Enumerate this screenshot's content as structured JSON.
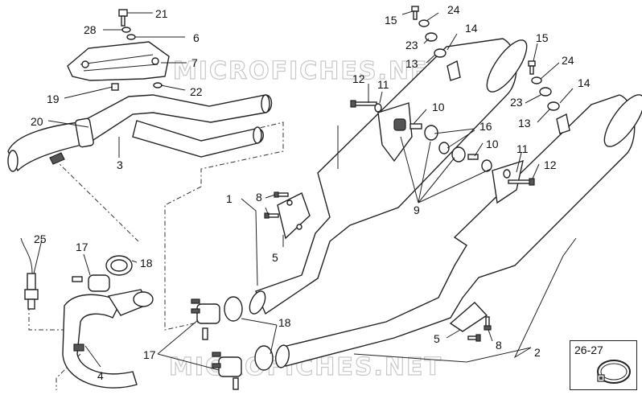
{
  "watermark": "MICROFICHES.NET",
  "callouts": {
    "c1": "1",
    "c2": "2",
    "c3": "3",
    "c4": "4",
    "c5a": "5",
    "c5b": "5",
    "c6": "6",
    "c7": "7",
    "c8a": "8",
    "c8b": "8",
    "c9": "9",
    "c10a": "10",
    "c10b": "10",
    "c11a": "11",
    "c11b": "11",
    "c12a": "12",
    "c12b": "12",
    "c13a": "13",
    "c13b": "13",
    "c14a": "14",
    "c14b": "14",
    "c15a": "15",
    "c15b": "15",
    "c16": "16",
    "c17a": "17",
    "c17b": "17",
    "c18a": "18",
    "c18b": "18",
    "c19": "19",
    "c20": "20",
    "c21": "21",
    "c22": "22",
    "c23a": "23",
    "c23b": "23",
    "c24a": "24",
    "c24b": "24",
    "c25": "25",
    "c28": "28"
  },
  "inset": {
    "label": "26-27"
  }
}
